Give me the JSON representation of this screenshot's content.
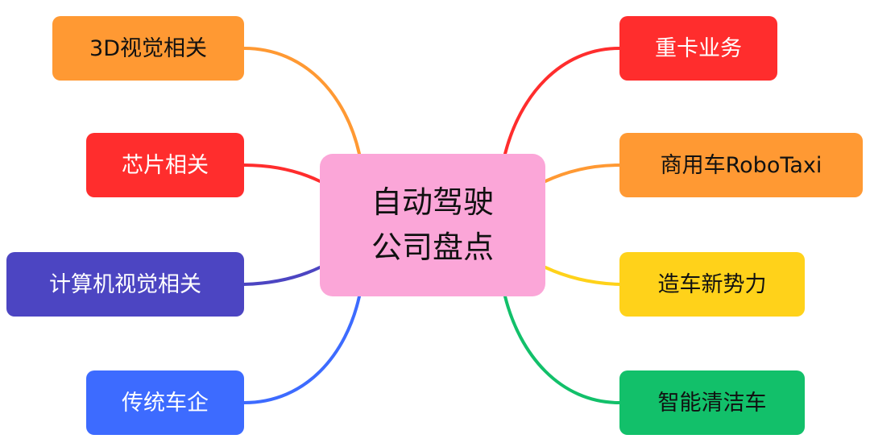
{
  "center": {
    "line1": "自动驾驶",
    "line2": "公司盘点",
    "color": "#FBA6D8"
  },
  "left_branches": [
    {
      "label": "3D视觉相关",
      "color": "#FF9933",
      "text_color": "#111111"
    },
    {
      "label": "芯片相关",
      "color": "#FF2D2D",
      "text_color": "#ffffff"
    },
    {
      "label": "计算机视觉相关",
      "color": "#4C45C2",
      "text_color": "#ffffff"
    },
    {
      "label": "传统车企",
      "color": "#3D6BFF",
      "text_color": "#ffffff"
    }
  ],
  "right_branches": [
    {
      "label": "重卡业务",
      "color": "#FF2D2D",
      "text_color": "#ffffff"
    },
    {
      "label": "商用车RoboTaxi",
      "color": "#FF9933",
      "text_color": "#111111"
    },
    {
      "label": "造车新势力",
      "color": "#FFD21A",
      "text_color": "#111111"
    },
    {
      "label": "智能清洁车",
      "color": "#12C06A",
      "text_color": "#111111"
    }
  ]
}
